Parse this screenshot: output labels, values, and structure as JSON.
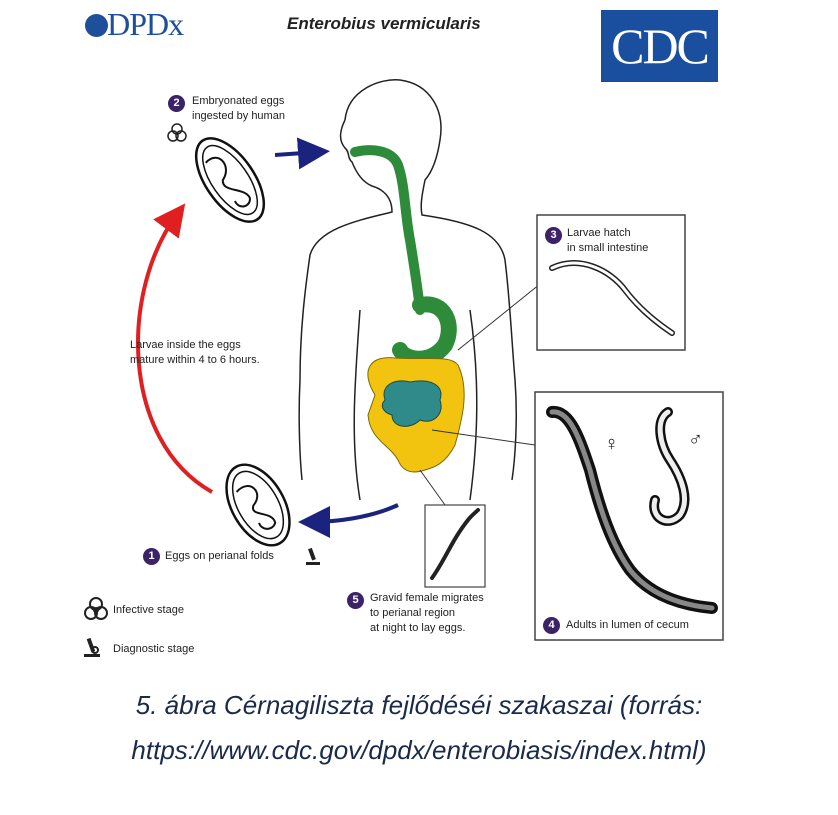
{
  "header": {
    "logo_left_text": "DPDx",
    "title": "Enterobius vermicularis",
    "logo_right_text": "CDC"
  },
  "stages": {
    "s1": {
      "num": "1",
      "label": "Eggs on perianal folds"
    },
    "s2": {
      "num": "2",
      "label_line1": "Embryonated eggs",
      "label_line2": "ingested by human"
    },
    "s3": {
      "num": "3",
      "label_line1": "Larvae hatch",
      "label_line2": "in small intestine"
    },
    "s4": {
      "num": "4",
      "label": "Adults in lumen of cecum"
    },
    "s5": {
      "num": "5",
      "label_line1": "Gravid female migrates",
      "label_line2": "to perianal region",
      "label_line3": "at night to lay eggs."
    }
  },
  "maturation_note": {
    "line1": "Larvae inside the eggs",
    "line2": "mature within 4 to 6 hours."
  },
  "legend": {
    "infective": "Infective stage",
    "diagnostic": "Diagnostic stage"
  },
  "sex_symbols": {
    "female": "♀",
    "male": "♂"
  },
  "caption": {
    "line1": "5. ábra Cérnagiliszta fejlődéséi szakaszai (forrás:",
    "line2": "https://www.cdc.gov/dpdx/enterobiasis/index.html)"
  },
  "colors": {
    "brand_blue": "#1d4f9a",
    "arrow_blue": "#1a237e",
    "arrow_red": "#e02020",
    "gut_green": "#2e8b3a",
    "colon_yellow": "#f2c40f",
    "intestine_teal": "#2f8a8a",
    "stage_badge": "#3c2266"
  }
}
